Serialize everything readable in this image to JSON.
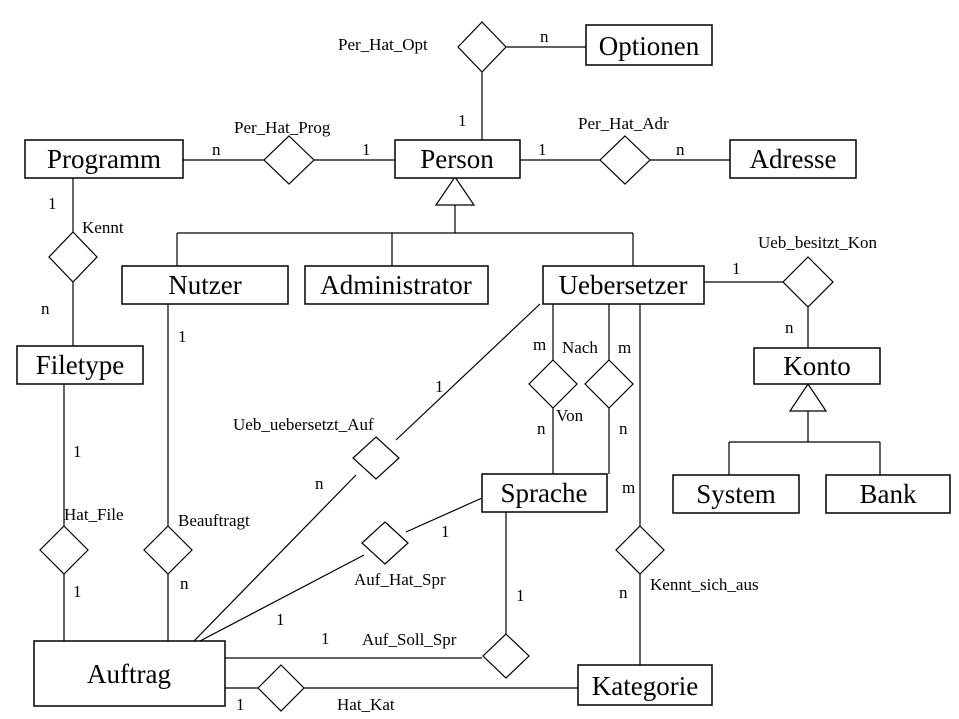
{
  "entities": {
    "optionen": "Optionen",
    "programm": "Programm",
    "person": "Person",
    "adresse": "Adresse",
    "nutzer": "Nutzer",
    "administrator": "Administrator",
    "uebersetzer": "Uebersetzer",
    "filetype": "Filetype",
    "konto": "Konto",
    "sprache": "Sprache",
    "system": "System",
    "bank": "Bank",
    "auftrag": "Auftrag",
    "kategorie": "Kategorie"
  },
  "relationships": {
    "per_hat_opt": "Per_Hat_Opt",
    "per_hat_prog": "Per_Hat_Prog",
    "per_hat_adr": "Per_Hat_Adr",
    "kennt": "Kennt",
    "ueb_besitzt_kon": "Ueb_besitzt_Kon",
    "nach": "Nach",
    "von": "Von",
    "ueb_uebersetzt_auf": "Ueb_uebersetzt_Auf",
    "hat_file": "Hat_File",
    "beauftragt": "Beauftragt",
    "auf_hat_spr": "Auf_Hat_Spr",
    "kennt_sich_aus": "Kennt_sich_aus",
    "auf_soll_spr": "Auf_Soll_Spr",
    "hat_kat": "Hat_Kat"
  },
  "cardinalities": {
    "optionen_n": "n",
    "person_opt_1": "1",
    "programm_n": "n",
    "person_prog_1": "1",
    "person_adr_1": "1",
    "adresse_n": "n",
    "programm_kennt_1": "1",
    "filetype_kennt_n": "n",
    "ueb_kon_1": "1",
    "konto_n": "n",
    "nutzer_1": "1",
    "nach_m_left": "m",
    "nach_m_right": "m",
    "ueb_auf_1": "1",
    "von_n_left": "n",
    "von_n_right": "n",
    "filetype_1": "1",
    "ueb_auf_n": "n",
    "kategorie_m": "m",
    "sprache_auf_1": "1",
    "auftrag_hatfile_1": "1",
    "auftrag_beauftragt_n": "n",
    "kennt_sich_aus_n": "n",
    "sollspr_1_right": "1",
    "auf_hat_spr_1": "1",
    "auf_soll_spr_1": "1",
    "auftrag_hatkat_1": "1"
  }
}
